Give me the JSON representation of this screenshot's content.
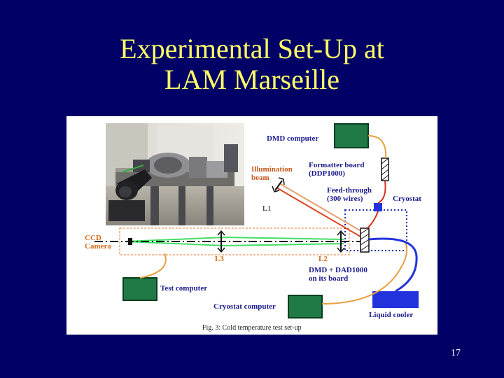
{
  "slide": {
    "title_line1": "Experimental Set-Up at",
    "title_line2": "LAM Marseille",
    "number": "17"
  },
  "diagram": {
    "labels": {
      "dmd_computer": "DMD computer",
      "formatter_board_1": "Formatter board",
      "formatter_board_2": "(DDP1000)",
      "illumination_1": "Illumination",
      "illumination_2": "beam",
      "feedthrough_1": "Feed-through",
      "feedthrough_2": "(300 wires)",
      "cryostat": "Cryostat",
      "l1": "L1",
      "l2": "L2",
      "l3": "L3",
      "ccd_1": "CCD",
      "ccd_2": "Camera",
      "dmd_board_1": "DMD + DAD1000",
      "dmd_board_2": "on its board",
      "test_computer": "Test computer",
      "cryostat_computer": "Cryostat computer",
      "liquid_cooler": "Liquid cooler",
      "caption": "Fig. 3: Cold temperature test set-up"
    },
    "colors": {
      "slide_background": "#000066",
      "title": "#ffff66",
      "label_navy": "#1a1a8c",
      "label_orange": "#c65a1e",
      "computer_green": "#1f7a45",
      "beam_green": "#44dd66",
      "beam_red": "#dd4422",
      "cable_orange": "#e8a040",
      "cryostat_blue": "#2233dd"
    },
    "photo": "laboratory-photo"
  }
}
